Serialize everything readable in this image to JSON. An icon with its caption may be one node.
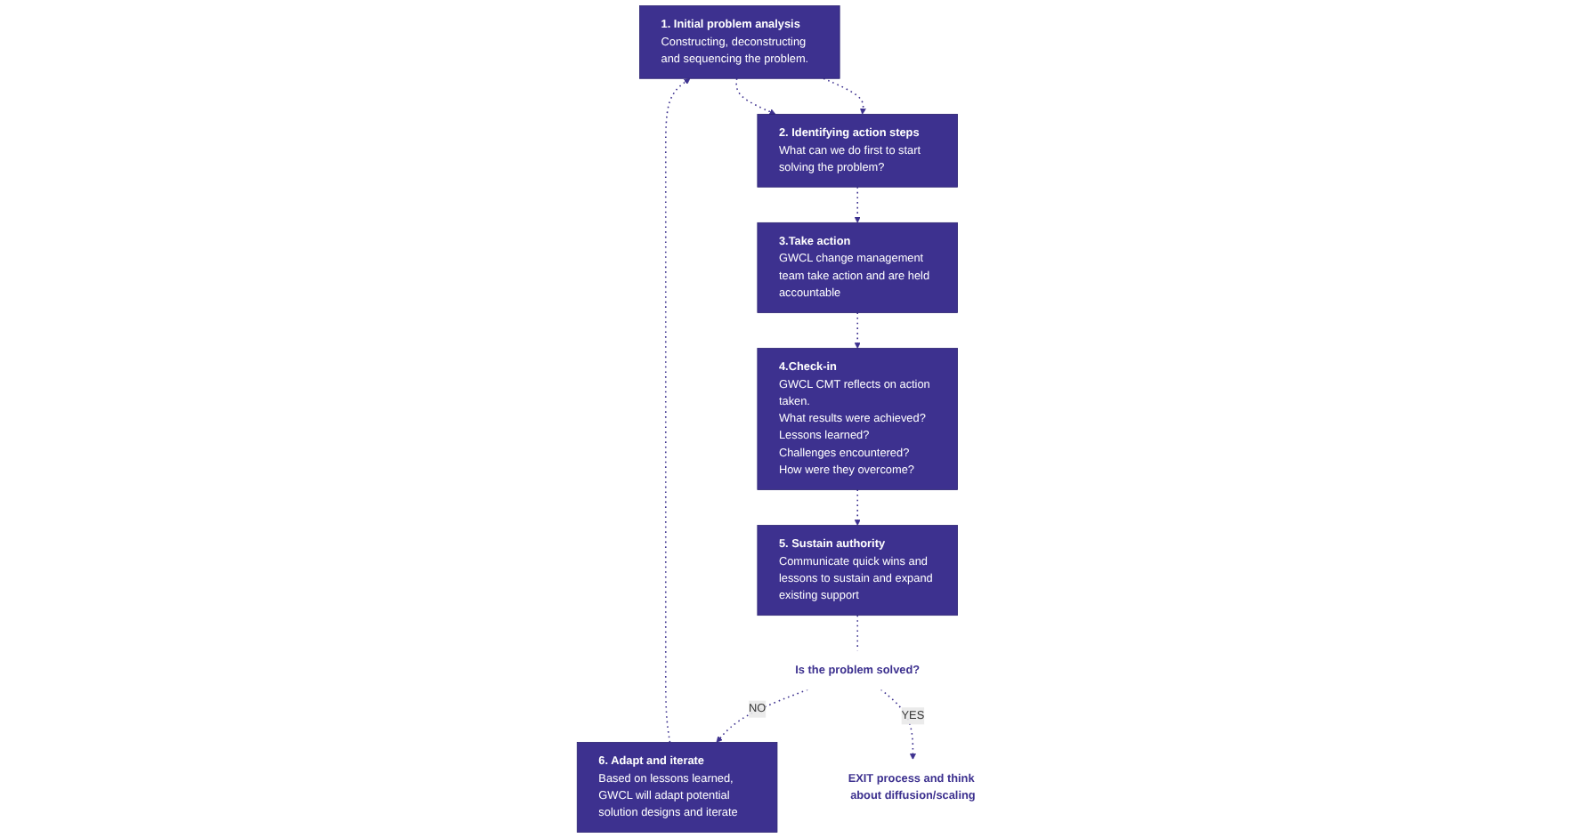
{
  "diagram": {
    "nodes": [
      {
        "text": [
          "1. Initial problem analysis",
          "Constructing, deconstructing and sequencing the problem."
        ]
      },
      {
        "text": [
          "2. Identifying action steps",
          "What can we do first to start solving the problem?"
        ]
      },
      {
        "text": [
          "3.Take action",
          "GWCL change management team take action and are held accountable"
        ]
      },
      {
        "text": [
          "4.Check-in",
          "GWCL CMT reflects on action taken.",
          "What results were achieved?",
          "Lessons learned?",
          "Challenges encountered?",
          "How were they overcome?"
        ]
      },
      {
        "text": [
          "5. Sustain authority",
          "Communicate quick wins and lessons to sustain and expand existing support"
        ]
      },
      {
        "text": [
          "Is the problem solved?"
        ]
      },
      {
        "text": [
          "6. Adapt and iterate",
          "Based on lessons learned, GWCL will adapt potential solution designs and iterate"
        ]
      },
      {
        "text": [
          "EXIT process and think about diffusion/scaling"
        ]
      }
    ],
    "edges": [
      {
        "from": 0,
        "to": 1,
        "arrow": "to",
        "style": "dashed"
      },
      {
        "from": 1,
        "to": 2,
        "arrow": "to",
        "style": "dashed"
      },
      {
        "from": 2,
        "to": 3,
        "arrow": "to",
        "style": "dashed"
      },
      {
        "from": 3,
        "to": 4,
        "arrow": "to",
        "style": "dashed"
      },
      {
        "from": 4,
        "to": 5,
        "arrow": "none",
        "style": "dashed"
      },
      {
        "from": 5,
        "to": 6,
        "arrow": "to",
        "label": "NO",
        "style": "dashed"
      },
      {
        "from": 5,
        "to": 7,
        "arrow": "to",
        "label": "YES",
        "style": "dashed"
      },
      {
        "from": 6,
        "to": 0,
        "arrow": "to",
        "style": "dashed"
      },
      {
        "from": 0,
        "to": 1,
        "arrow": "to",
        "style": "dashed"
      }
    ]
  }
}
